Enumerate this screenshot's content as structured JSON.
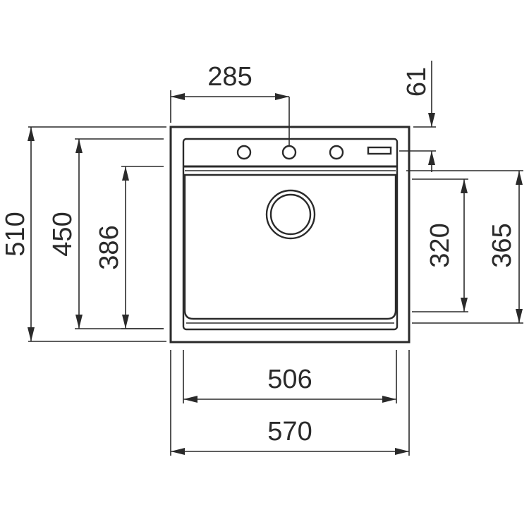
{
  "dimensions": {
    "tap_offset": "285",
    "ledge_depth": "61",
    "outer_depth": "510",
    "inner_depth": "450",
    "bowl_depth": "386",
    "bowl_height_right": "320",
    "bowl_height_total": "365",
    "inner_width": "506",
    "outer_width": "570"
  }
}
